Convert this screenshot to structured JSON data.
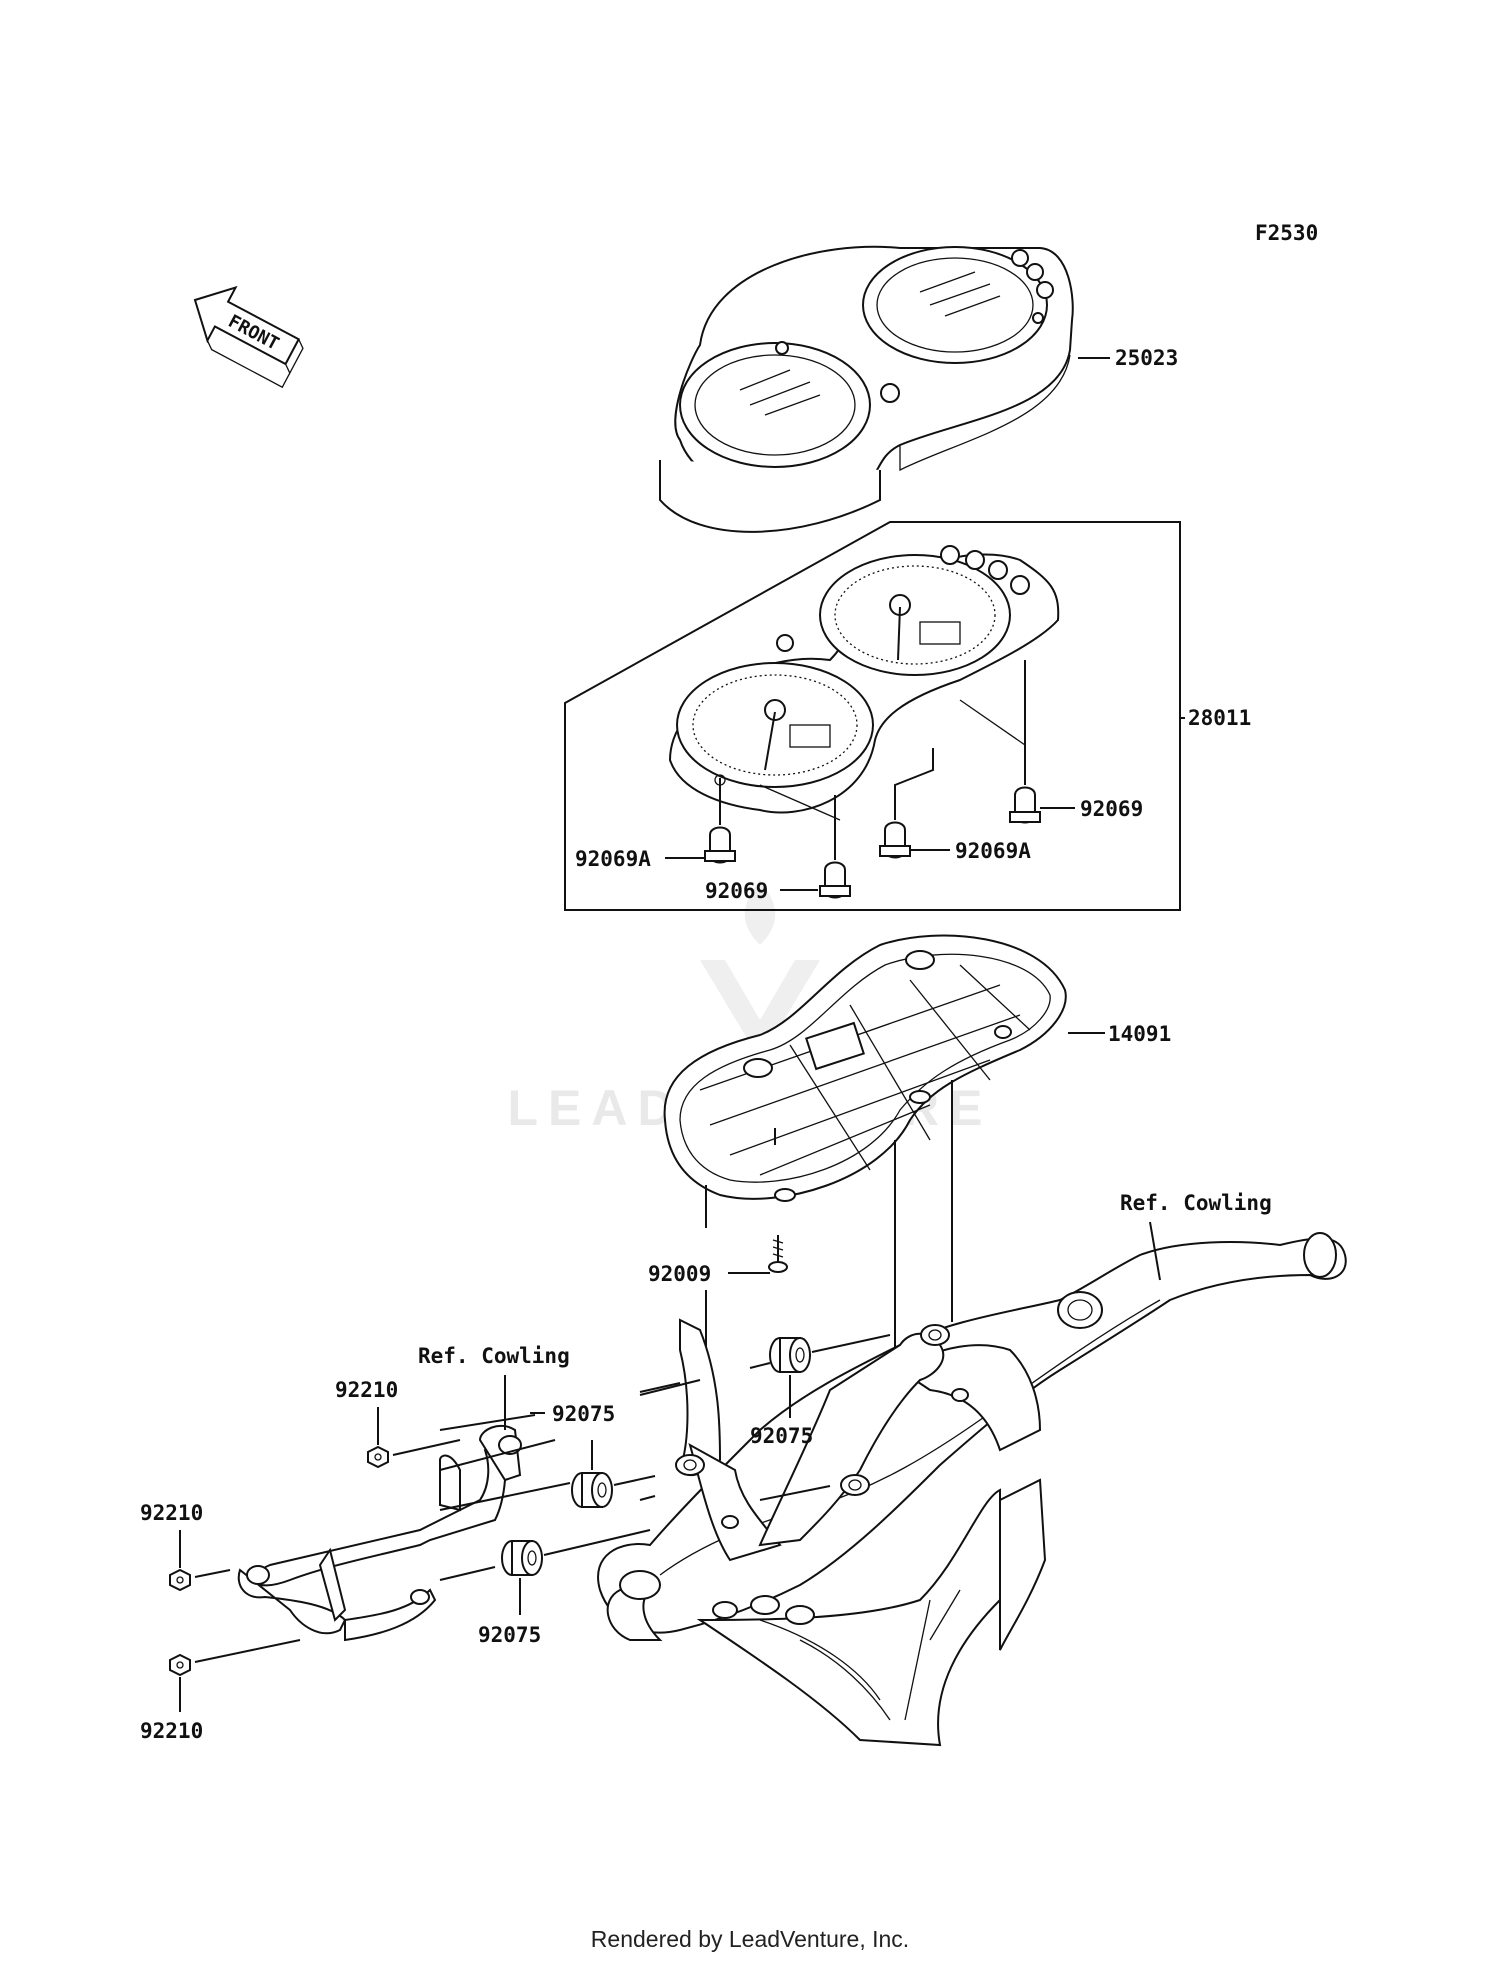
{
  "diagram_code": "F2530",
  "front_arrow": {
    "text": "FRONT"
  },
  "watermark": {
    "text": "LEADVENTURE"
  },
  "footer": {
    "text": "Rendered by LeadVenture, Inc."
  },
  "callouts": {
    "c25023": "25023",
    "c28011": "28011",
    "c92069_r": "92069",
    "c92069a_l": "92069A",
    "c92069a_r": "92069A",
    "c92069_b": "92069",
    "c14091": "14091",
    "c92009": "92009",
    "c92075_r": "92075",
    "c92075_m": "92075",
    "c92075_b": "92075",
    "c92210_t": "92210",
    "c92210_m": "92210",
    "c92210_b": "92210",
    "ref_cowling_r": "Ref. Cowling",
    "ref_cowling_l": "Ref. Cowling"
  }
}
